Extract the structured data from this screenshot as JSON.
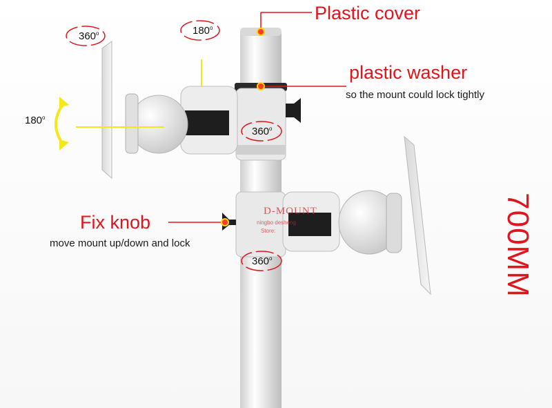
{
  "colors": {
    "accent_red": "#e1141c",
    "guide_yellow": "#f2e81a",
    "metal_white": "#eeeeee",
    "rubber_black": "#1e1e1e"
  },
  "labels": {
    "plastic_cover": "Plastic cover",
    "plastic_washer": "plastic washer",
    "washer_note": "so the mount could lock tightly",
    "fix_knob": "Fix knob",
    "fix_knob_note": "move mount up/down and lock",
    "height": "700MM"
  },
  "rotation_badges": {
    "plate_top": "360",
    "arm_top": "180",
    "plate_tilt": "180",
    "pole_upper": "360",
    "pole_lower": "360",
    "degree_mark": "o"
  },
  "brand": {
    "name": "D-MOUNT",
    "line1": "ningbo desheng ",
    "line2": "Store:"
  },
  "icons": [
    "rotate-arrow-icon",
    "tilt-arrow-icon",
    "red-dot-marker-icon"
  ]
}
